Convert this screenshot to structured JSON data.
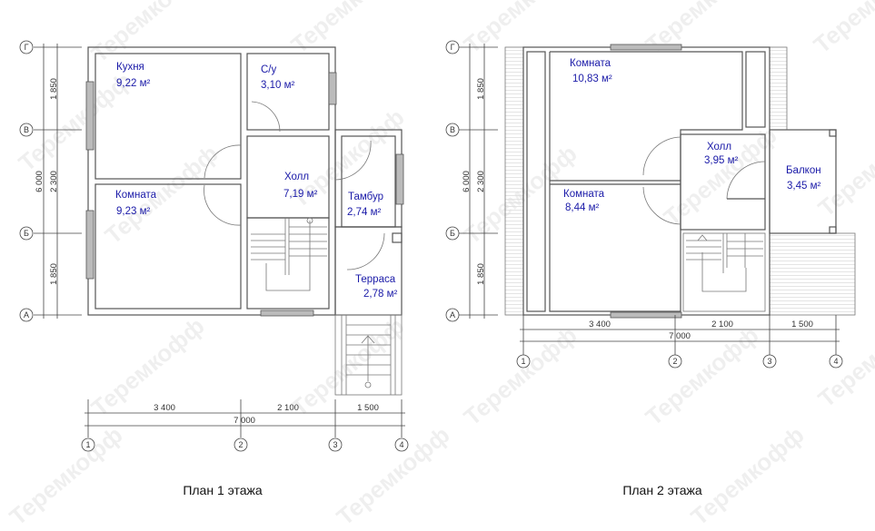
{
  "watermark": "Теремкофф",
  "plan1": {
    "caption": "План 1 этажа",
    "rooms": [
      {
        "name": "Кухня",
        "area": "9,22 м²"
      },
      {
        "name": "С/у",
        "area": "3,10 м²"
      },
      {
        "name": "Холл",
        "area": "7,19 м²"
      },
      {
        "name": "Комната",
        "area": "9,23 м²"
      },
      {
        "name": "Тамбур",
        "area": "2,74 м²"
      },
      {
        "name": "Терраса",
        "area": "2,78 м²"
      }
    ],
    "row_axes": [
      "Г",
      "В",
      "Б",
      "А"
    ],
    "col_axes": [
      "1",
      "2",
      "3",
      "4"
    ],
    "vertical_dims": [
      "1 850",
      "2 300",
      "1 850"
    ],
    "vertical_total": "6 000",
    "horizontal_dims": [
      "3 400",
      "2 100",
      "1 500"
    ],
    "horizontal_total": "7 000"
  },
  "plan2": {
    "caption": "План 2 этажа",
    "rooms": [
      {
        "name": "Комната",
        "area": "10,83 м²"
      },
      {
        "name": "Холл",
        "area": "3,95 м²"
      },
      {
        "name": "Комната",
        "area": "8,44 м²"
      },
      {
        "name": "Балкон",
        "area": "3,45 м²"
      }
    ],
    "row_axes": [
      "Г",
      "В",
      "Б",
      "А"
    ],
    "col_axes": [
      "1",
      "2",
      "3",
      "4"
    ],
    "vertical_dims": [
      "1 850",
      "2 300",
      "1 850"
    ],
    "vertical_total": "6 000",
    "horizontal_dims": [
      "3 400",
      "2 100",
      "1 500"
    ],
    "horizontal_total": "7 000"
  }
}
